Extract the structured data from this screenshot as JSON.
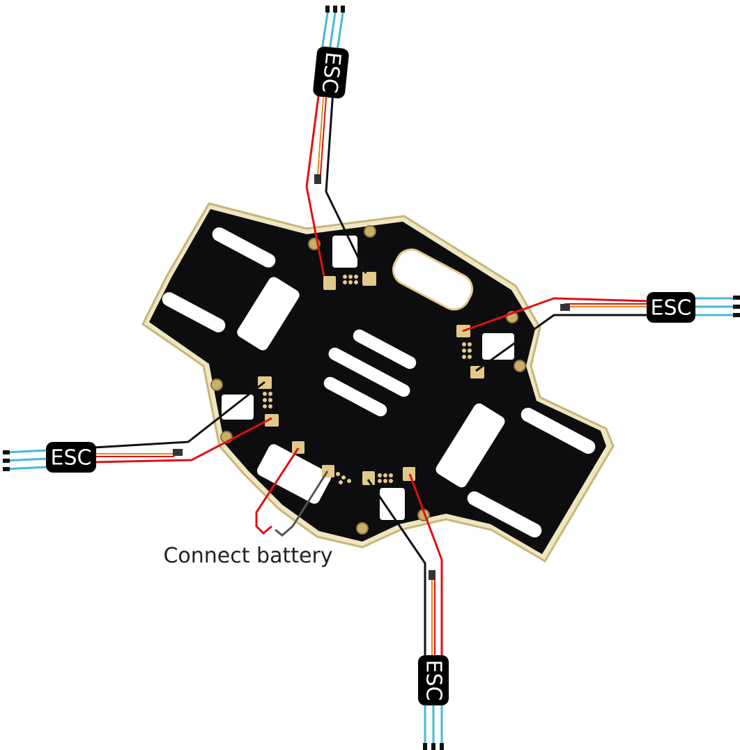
{
  "labels": {
    "esc": "ESC",
    "battery_caption": "Connect battery"
  },
  "colors": {
    "board": "#0d0d0f",
    "board_edge": "#e6d9a8",
    "pad": "#e2c98a",
    "wire_positive": "#e01010",
    "wire_negative": "#111111",
    "signal_wire": "#45b8d8",
    "esc_body": "#000000",
    "esc_text": "#ffffff",
    "caption_text": "#222222"
  },
  "esc_count": 4
}
